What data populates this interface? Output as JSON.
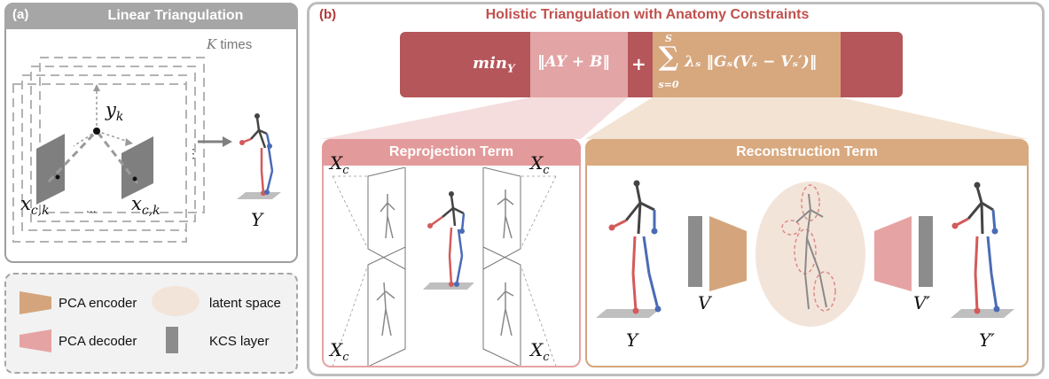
{
  "panel_a": {
    "tag": "(a)",
    "title": "Linear Triangulation",
    "k_times_var": "K",
    "k_times_word": "times",
    "point_label_main": "y",
    "point_label_sub": "k",
    "left_cam_label_main": "x",
    "left_cam_label_sub": "c,k",
    "right_cam_label_main": "x",
    "right_cam_label_sub": "c,k",
    "dots": "...",
    "dots_vertical": "⋮",
    "output_label": "Y"
  },
  "legend": {
    "items": [
      {
        "label": "PCA encoder",
        "color": "#d4a57c",
        "shape": "trapezoid"
      },
      {
        "label": "latent space",
        "color": "#f3e4d9",
        "shape": "ellipse"
      },
      {
        "label": "PCA decoder",
        "color": "#e6a3a3",
        "shape": "trapezoid"
      },
      {
        "label": "KCS layer",
        "color": "#8c8c8c",
        "shape": "rect"
      }
    ]
  },
  "panel_b": {
    "tag": "(b)",
    "title": "Holistic Triangulation with Anatomy Constraints",
    "formula": {
      "min_word": "min",
      "min_sub": "Y",
      "reproj_term": "‖AY + B‖",
      "plus": "+",
      "sum_symbol": "∑",
      "sum_top": "S",
      "sum_bottom": "s=0",
      "recon_term": "λₛ ‖Gₛ(Vₛ − Vₛ′)‖"
    },
    "colors": {
      "dark": "#b5565a",
      "pink": "#e3a4a5",
      "tan": "#d7a77e"
    }
  },
  "reprojection": {
    "title": "Reprojection Term",
    "labels": [
      {
        "main": "X",
        "sub": "c"
      },
      {
        "main": "X",
        "sub": "c"
      },
      {
        "main": "X",
        "sub": "c"
      },
      {
        "main": "X",
        "sub": "c"
      }
    ]
  },
  "reconstruction": {
    "title": "Reconstruction Term",
    "input_label": "Y",
    "latent_in_label": "V",
    "latent_out_label": "V′",
    "output_label": "Y′"
  }
}
